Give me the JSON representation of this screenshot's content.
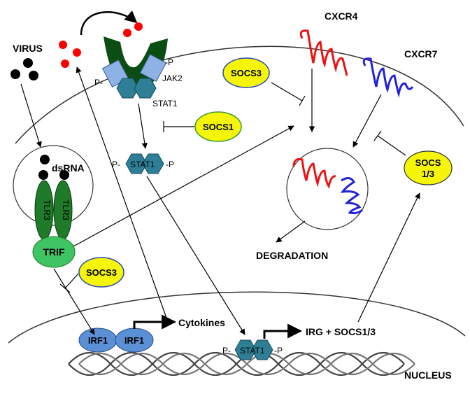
{
  "labels": {
    "virus": "VIRUS",
    "dsrna": "dsRNA",
    "tlr3_left": "TLR3",
    "tlr3_right": "TLR3",
    "trif": "TRIF",
    "jak2": "JAK2",
    "stat1_receptor": "STAT1",
    "p_left_receptor": "P-",
    "p_right_receptor": "-P",
    "stat1_cyto_p_left": "P-",
    "stat1_cyto": "STAT1",
    "stat1_cyto_p_right": "-P",
    "socs1": "SOCS1",
    "socs3_top": "SOCS3",
    "socs3_bottom": "SOCS3",
    "socs13_line1": "SOCS",
    "socs13_line2": "1/3",
    "cxcr4": "CXCR4",
    "cxcr7": "CXCR7",
    "degradation": "DEGRADATION",
    "irf1_left": "IRF1",
    "irf1_right": "IRF1",
    "cytokines": "Cytokines",
    "stat1_nuc_p_left": "P-",
    "stat1_nuc": "STAT1",
    "stat1_nuc_p_right": "-P",
    "irg_socs": "IRG + SOCS1/3",
    "nucleus": "NUCLEUS"
  },
  "colors": {
    "receptor_dark_green": "#0b4d12",
    "tlr3_green": "#1f7a2a",
    "trif_green": "#3fc464",
    "jak2_blue": "#8fb2e6",
    "stat1_teal": "#2e7f96",
    "socs_yellow": "#f5f50a",
    "socs_border": "#3a9a2a",
    "cytokine_red": "#ff0000",
    "cxcr4_red": "#ee1111",
    "cxcr7_blue": "#2222dd",
    "irf1_blue": "#5b8fd6",
    "virus_black": "#000000"
  }
}
